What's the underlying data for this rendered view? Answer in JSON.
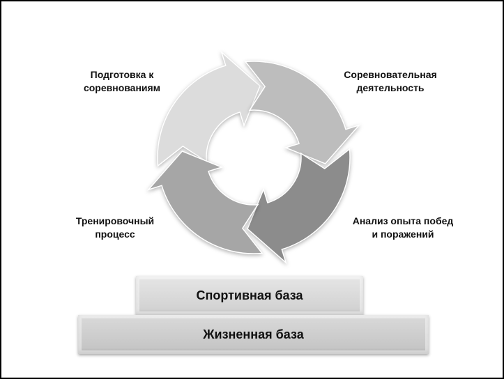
{
  "cycle": {
    "stages": [
      {
        "label_line1": "Подготовка к",
        "label_line2": "соревнованиям"
      },
      {
        "label_line1": "Соревновательная",
        "label_line2": "деятельность"
      },
      {
        "label_line1": "Анализ опыта побед",
        "label_line2": "и поражений"
      },
      {
        "label_line1": "Тренировочный",
        "label_line2": "процесс"
      }
    ],
    "colors": [
      "#dcdcdc",
      "#bdbdbd",
      "#8c8c8c",
      "#a6a6a6"
    ]
  },
  "bases": {
    "sport": "Спортивная база",
    "life": "Жизненная база"
  }
}
